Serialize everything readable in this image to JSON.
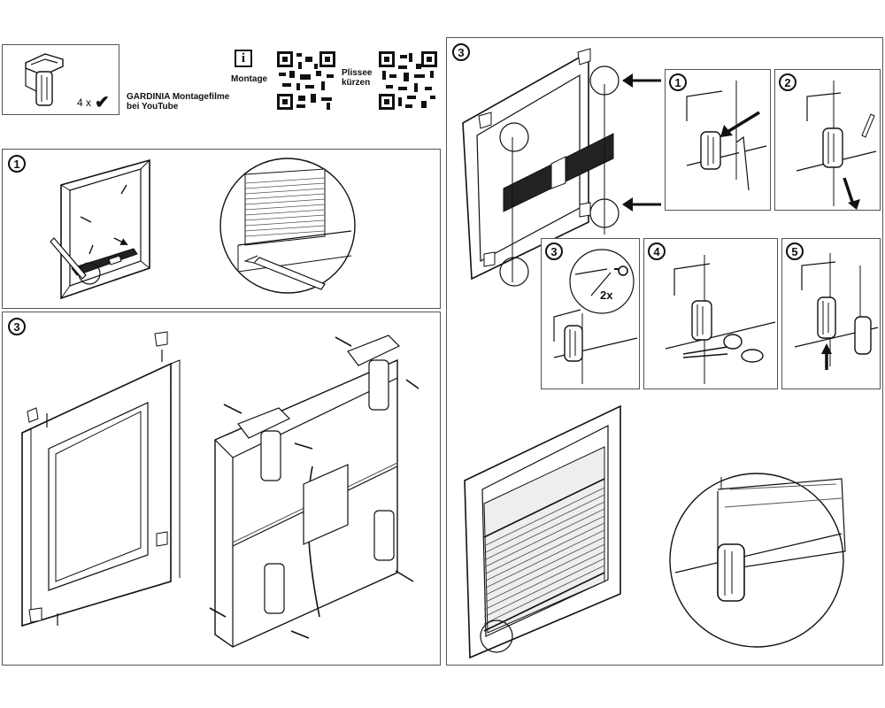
{
  "header": {
    "count_text": "4 x",
    "check_glyph": "✔",
    "video_title_line1": "GARDINIA Montagefilme",
    "video_title_line2": "bei YouTube",
    "info_glyph": "i",
    "montage_label": "Montage",
    "plissee_label_line1": "Plissee",
    "plissee_label_line2": "kürzen"
  },
  "steps": {
    "left_top": "1",
    "left_bottom": "3",
    "right_main": "3",
    "sub1": "1",
    "sub2": "2",
    "sub3": "3",
    "sub4": "4",
    "sub5": "5"
  },
  "annotations": {
    "twice": "2x"
  },
  "icons": [
    "bracket-clip-icon",
    "checkmark-icon",
    "info-icon",
    "qr-code-icon",
    "scissors-icon",
    "pencil-icon",
    "arrow-icon"
  ]
}
